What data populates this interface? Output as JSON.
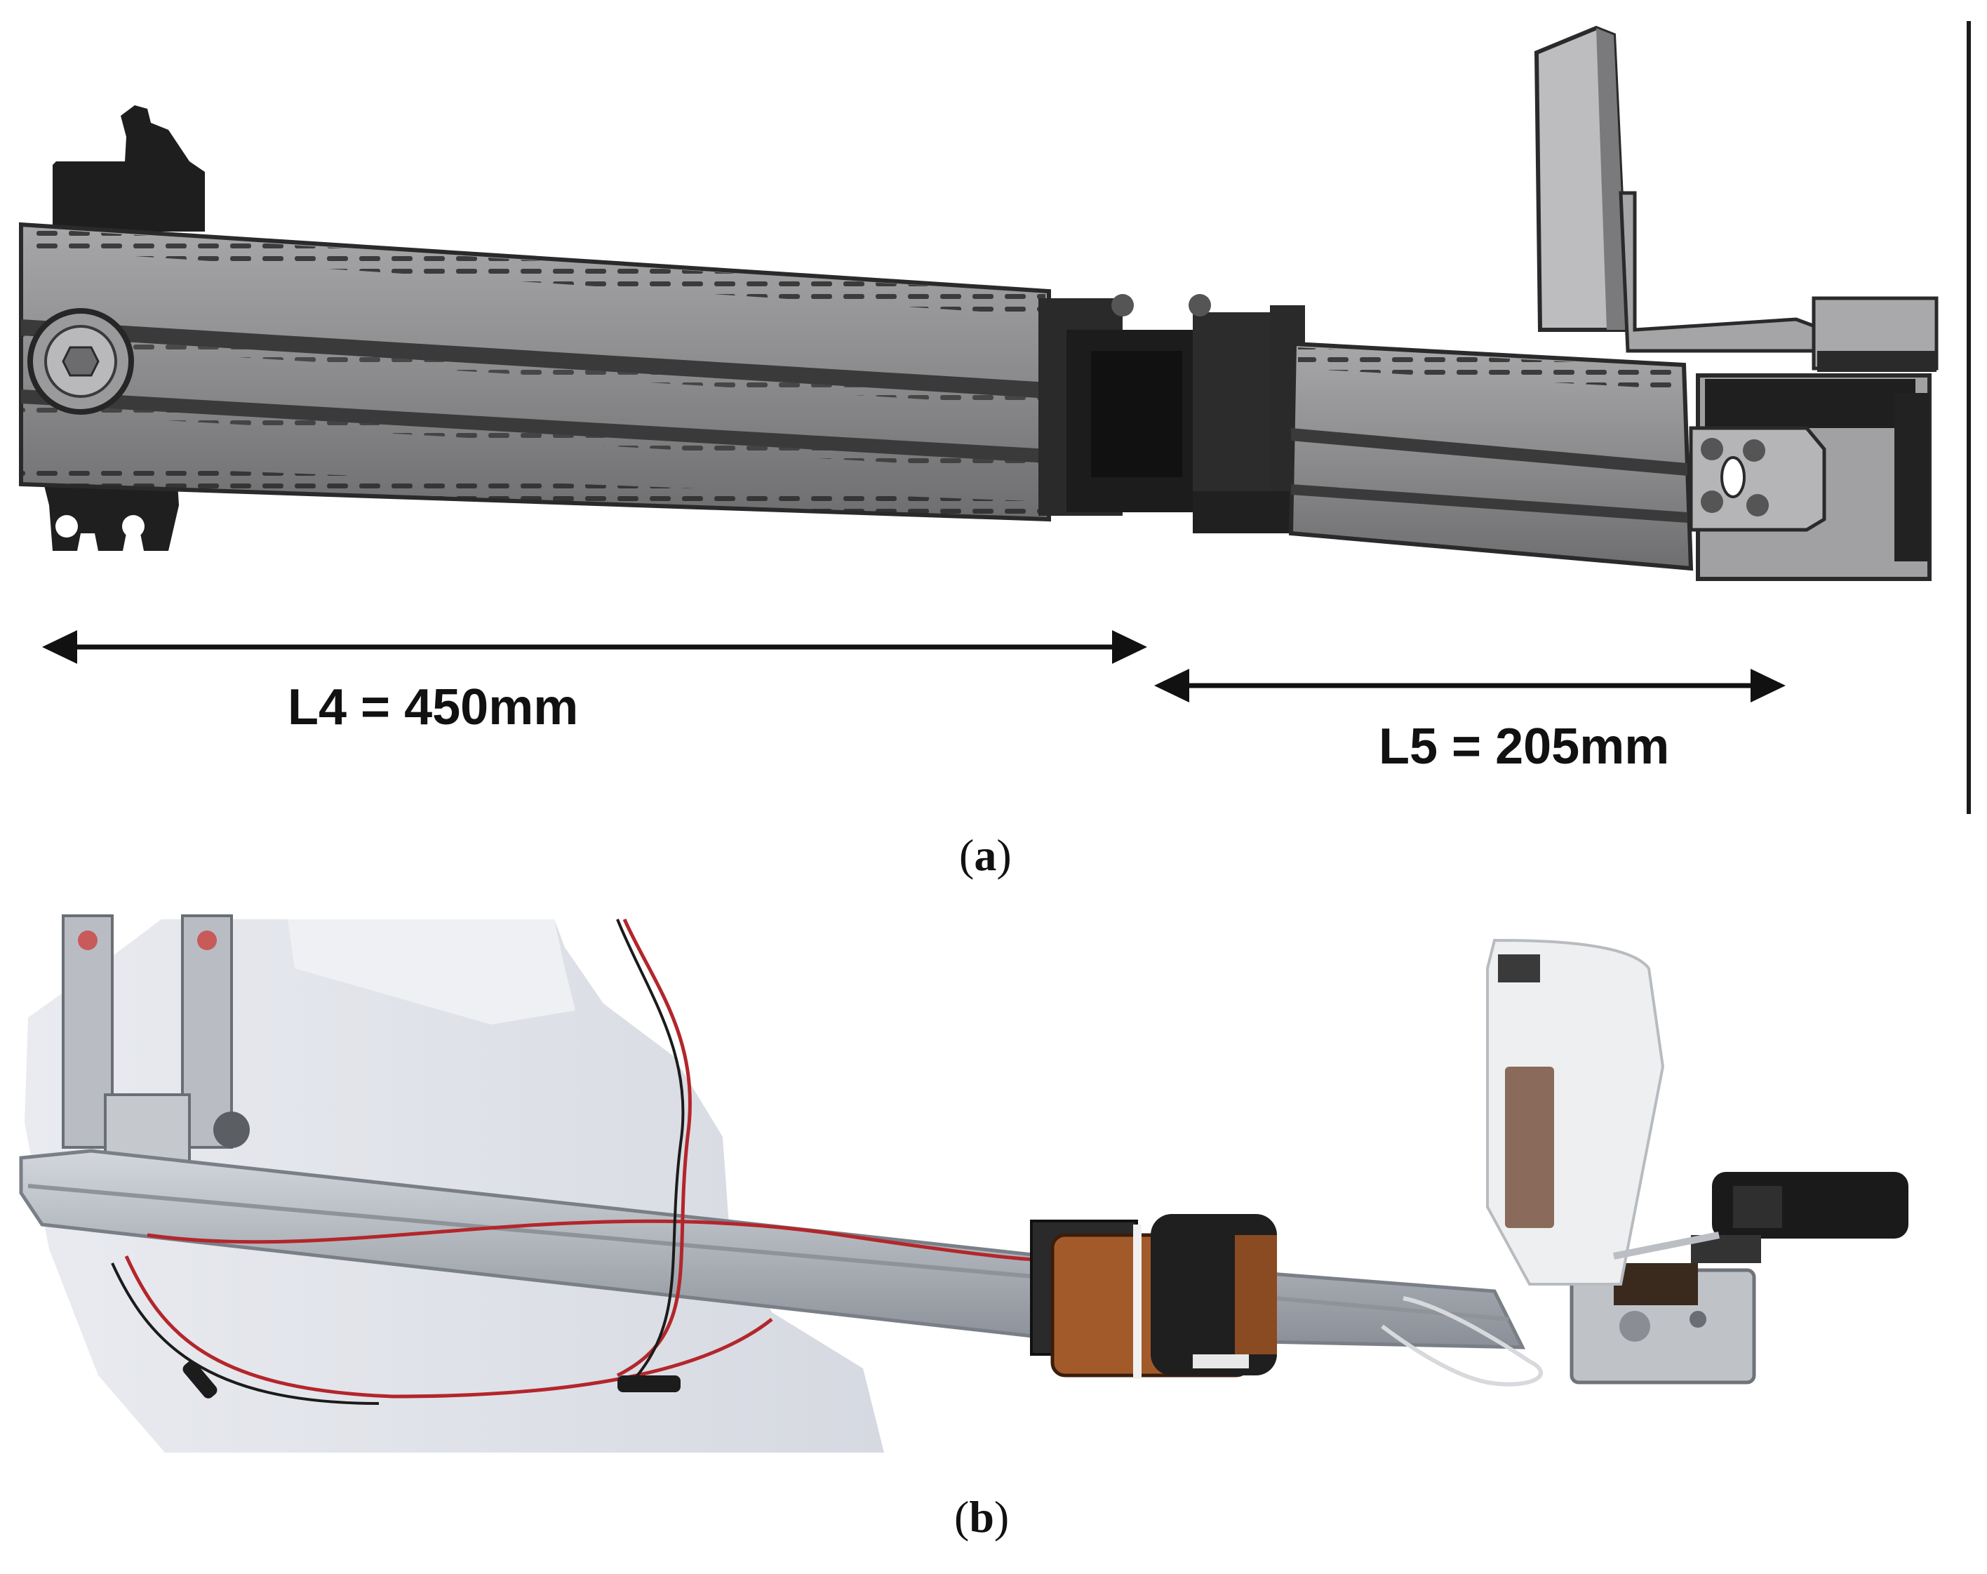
{
  "panel_a": {
    "caption_open": "(",
    "caption_letter": "a",
    "caption_close": ")",
    "dimension_l4": "L4 = 450mm",
    "dimension_l5": "L5 = 205mm"
  },
  "panel_b": {
    "caption_open": "(",
    "caption_letter": "b",
    "caption_close": ")"
  },
  "colors": {
    "profile_gray": "#8f8f91",
    "profile_dark": "#2b2b2b",
    "servo_black": "#1c1c1c",
    "wire_red": "#b3262b",
    "mannequin_white": "#e4e6ec",
    "aluminium": "#b7bcc3",
    "servo_orange": "#a35a2a"
  }
}
